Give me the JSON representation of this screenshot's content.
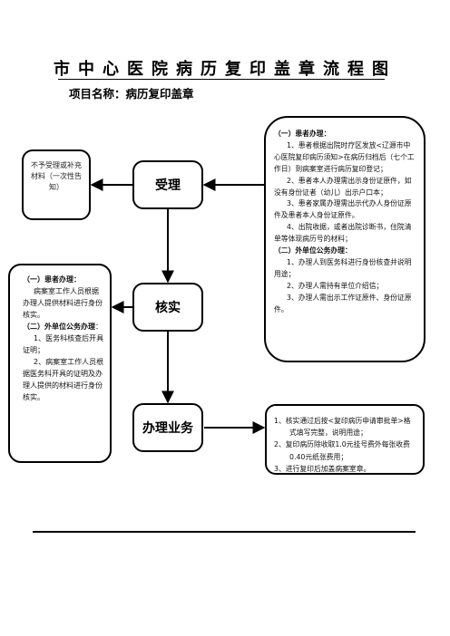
{
  "header": {
    "title": "市中心医院病历复印盖章流程图",
    "subtitle": "项目名称：病历复印盖章"
  },
  "nodes": {
    "accept": "受理",
    "verify": "核实",
    "process": "办理业务"
  },
  "notes": {
    "reject": "不予受理或补充材料（一次性告知）",
    "applicant": {
      "patient_heading": "（一）患者办理：",
      "patient_items": [
        "1、患者根据出院时疗区发放<辽源市中心医院复印病历须知>在病历归档后（七个工作日）到病案室进行病历复印登记；",
        "2、患者本人办理需出示身份证原件，如没有身份证者（幼儿）出示户口本；",
        "3、患者家属办理需出示代办人身份证原件及患者本人身份证原件。",
        "4、出院收据，或者出院诊断书，住院清单等体现病历号的材料；"
      ],
      "org_heading": "（二）外单位公务办理：",
      "org_items": [
        "1、办理人到医务科进行身份核查并说明用途；",
        "2、办理人需持有单位介绍信；",
        "3、办理人需出示工作证原件、身份证原件。"
      ]
    },
    "verify_detail": {
      "patient_heading": "（一）患者办理：",
      "patient_text": "病案室工作人员根据办理人提供材料进行身份核实。",
      "org_heading": "（二）外单位公务办理",
      "org_heading_suffix": "：",
      "org_items": [
        "1、医务科核查后开具证明；",
        "2、病案室工作人员根据医务科开具的证明及办理人提供的材料进行身份核实。"
      ]
    },
    "process_detail": {
      "items": [
        "1、核实通过后按<复印病历申请审批单>格式填写完整，说明用途；",
        "2、复印病历除收取1.0元挂号费外每张收费0.40元纸张费用；",
        "3、进行复印后加盖病案室章。"
      ]
    }
  }
}
